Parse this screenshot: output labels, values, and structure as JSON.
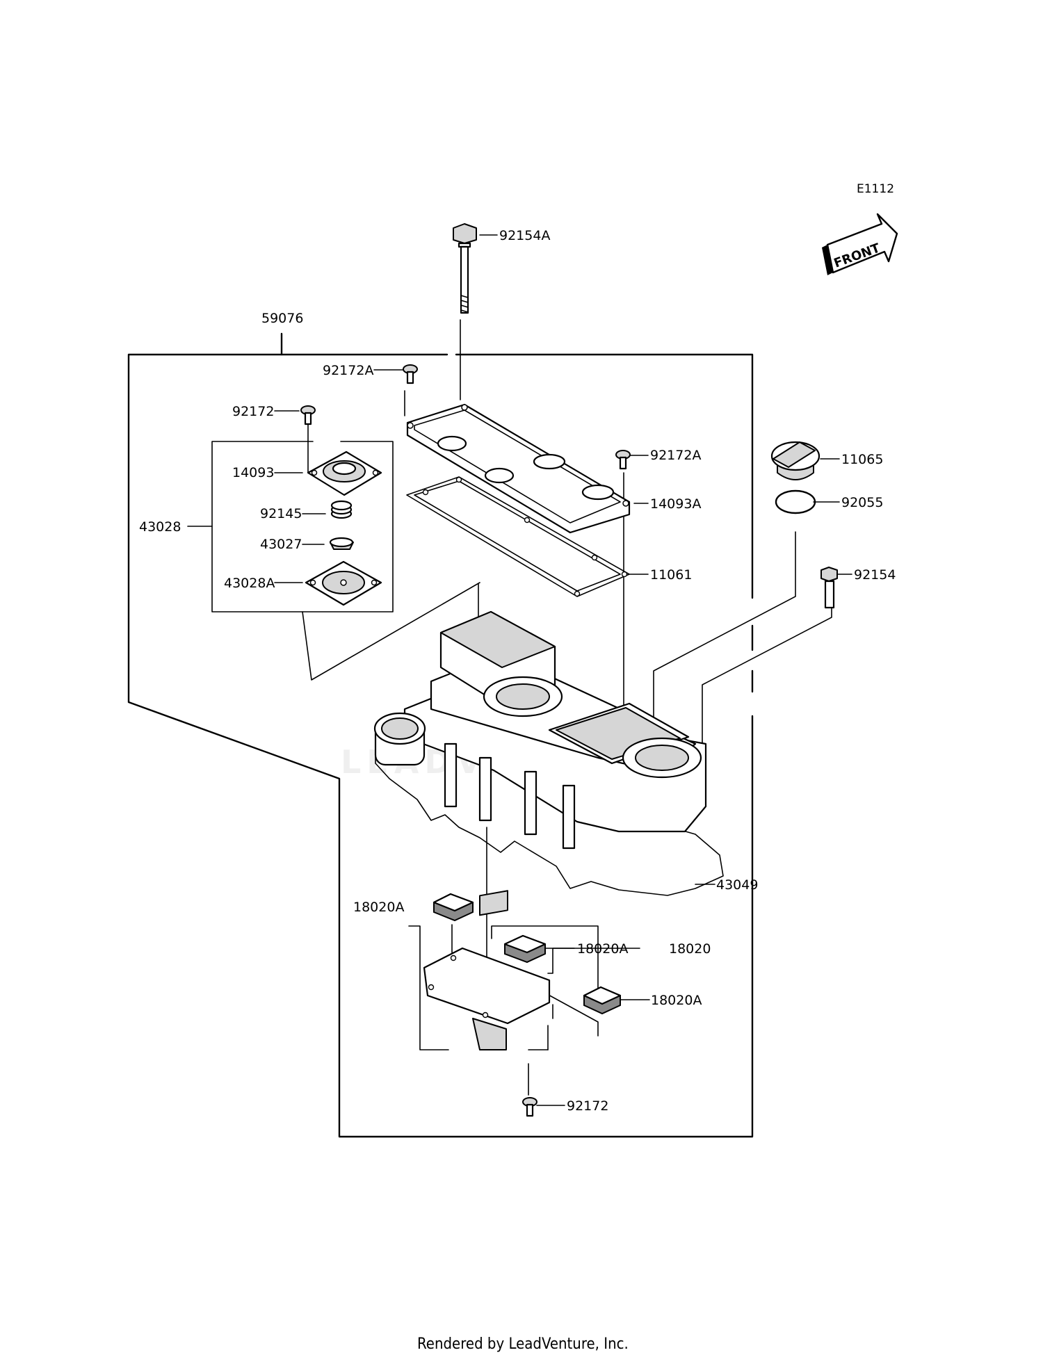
{
  "diagram_code": "E1112",
  "front_label": "FRONT",
  "watermark": "LEADVENTURE",
  "footer": "Rendered by LeadVenture, Inc.",
  "parts": {
    "p92154A": "92154A",
    "p59076": "59076",
    "p92172A_top": "92172A",
    "p92172_left": "92172",
    "p14093": "14093",
    "p92145": "92145",
    "p43028": "43028",
    "p43027": "43027",
    "p43028A": "43028A",
    "p92172A_right": "92172A",
    "p14093A": "14093A",
    "p11061": "11061",
    "p11065": "11065",
    "p92055": "92055",
    "p92154": "92154",
    "p43049": "43049",
    "p18020A_left": "18020A",
    "p18020A_mid": "18020A",
    "p18020": "18020",
    "p18020A_low": "18020A",
    "p92172_bottom": "92172"
  }
}
